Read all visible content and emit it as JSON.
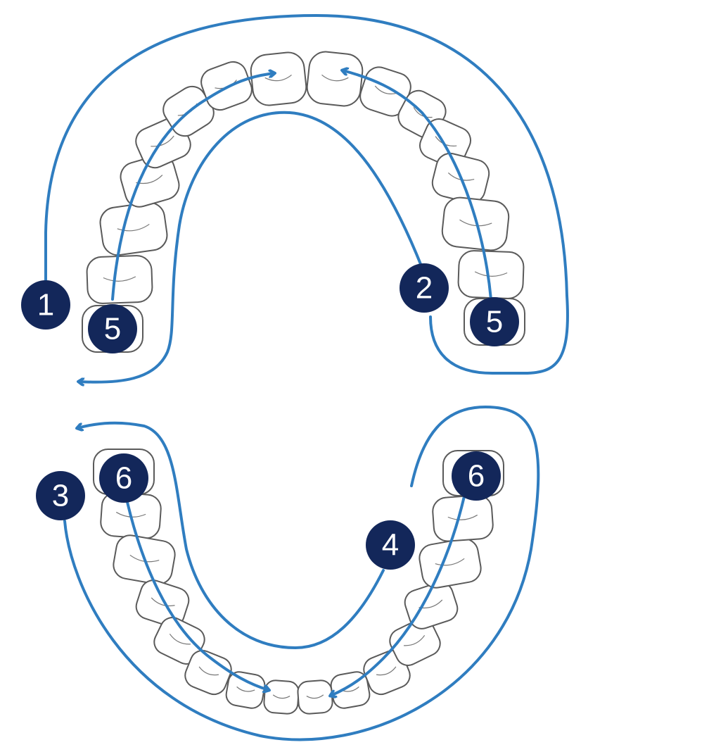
{
  "colors": {
    "path": "#2f7dc0",
    "badge": "#13275a",
    "tooth_outline": "#5a5a5a"
  },
  "diagram": {
    "upper_arch": {
      "tooth_count": 16
    },
    "lower_arch": {
      "tooth_count": 16
    },
    "steps": [
      {
        "id": "1",
        "label": "1"
      },
      {
        "id": "2",
        "label": "2"
      },
      {
        "id": "3",
        "label": "3"
      },
      {
        "id": "4",
        "label": "4"
      },
      {
        "id": "5-left",
        "label": "5"
      },
      {
        "id": "5-right",
        "label": "5"
      },
      {
        "id": "6-left",
        "label": "6"
      },
      {
        "id": "6-right",
        "label": "6"
      }
    ]
  }
}
